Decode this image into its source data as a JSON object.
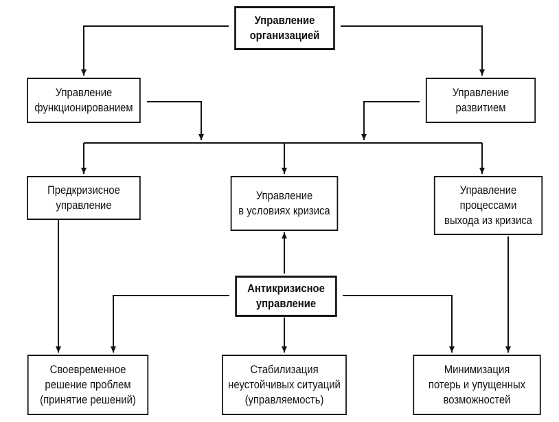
{
  "diagram": {
    "root": [
      "Управление",
      "организацией"
    ],
    "functioning": [
      "Управление",
      "функционированием"
    ],
    "development": [
      "Управление",
      "развитием"
    ],
    "precrisis": [
      "Предкризисное",
      "управление"
    ],
    "in_crisis": [
      "Управление",
      "в условиях кризиса"
    ],
    "exit_crisis": [
      "Управление",
      "процессами",
      "выхода из кризиса"
    ],
    "anticrisis": [
      "Антикризисное",
      "управление"
    ],
    "timely": [
      "Своевременное",
      "решение проблем",
      "(принятие решений)"
    ],
    "stabilization": [
      "Стабилизация",
      "неустойчивых ситуаций",
      "(управляемость)"
    ],
    "minimization": [
      "Минимизация",
      "потерь и упущенных",
      "возможностей"
    ]
  }
}
